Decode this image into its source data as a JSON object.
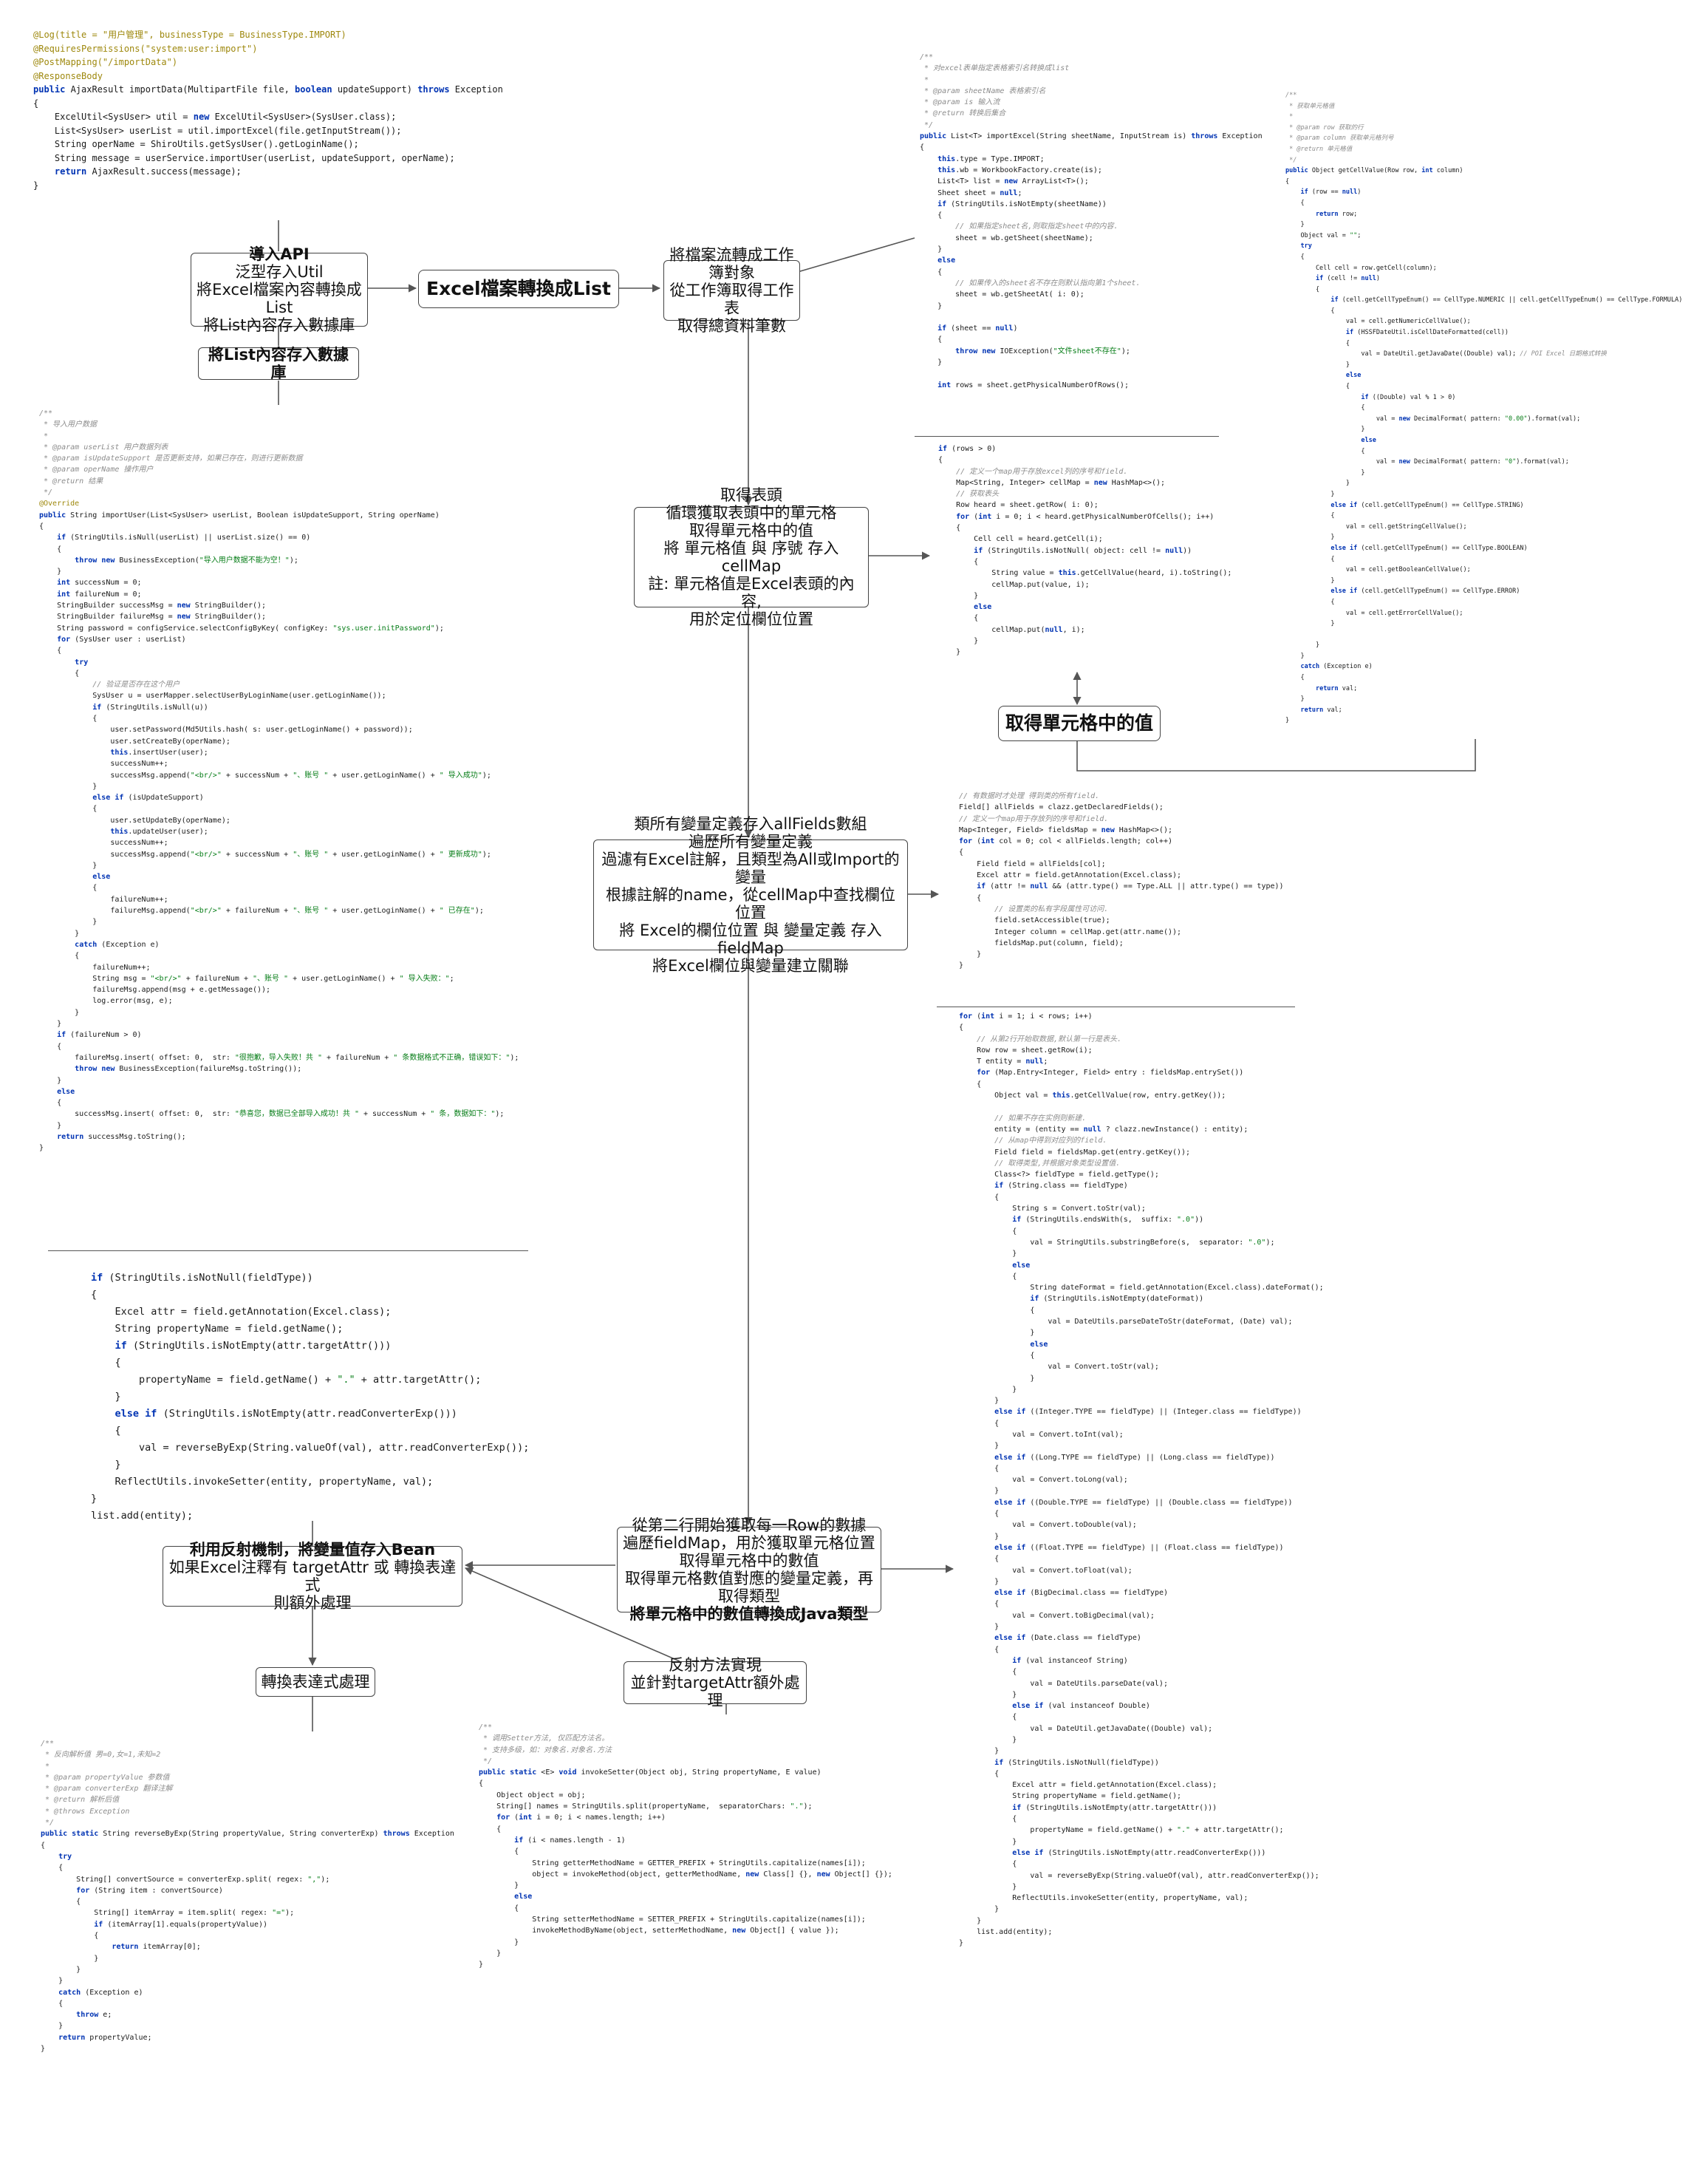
{
  "colors": {
    "keyword": "#0033b3",
    "comment": "#8c8c8c",
    "annotation": "#9e880d",
    "string": "#067d17",
    "line": "#555555"
  },
  "nodes": {
    "api": {
      "lines": [
        "導入API",
        "泛型存入Util",
        "將Excel檔案內容轉換成List",
        "將List內容存入數據庫"
      ]
    },
    "excel_to_list": {
      "lines": [
        "Excel檔案轉換成List"
      ]
    },
    "save_db": {
      "lines": [
        "將List內容存入數據庫"
      ]
    },
    "workbook": {
      "lines": [
        "將檔案流轉成工作簿對象",
        "從工作簿取得工作表",
        "取得總資料筆數"
      ]
    },
    "header": {
      "lines": [
        "取得表頭",
        "循環獲取表頭中的單元格",
        "取得單元格中的值",
        "將 單元格值 與 序號 存入cellMap",
        "註: 單元格值是Excel表頭的內容,",
        "用於定位欄位位置"
      ]
    },
    "cell_value": {
      "lines": [
        "取得單元格中的值"
      ]
    },
    "fields": {
      "lines": [
        "類所有變量定義存入allFields數組",
        "遍歷所有變量定義",
        "過濾有Excel註解，且類型為All或Import的變量",
        "根據註解的name，從cellMap中查找欄位位置",
        "將 Excel的欄位位置 與 變量定義 存入 fieldMap",
        "將Excel欄位與變量建立關聯"
      ]
    },
    "rows": {
      "lines": [
        "從第二行開始獲取每一Row的數據",
        "遍歷fieldMap，用於獲取單元格位置",
        "取得單元格中的數值",
        "取得單元格數值對應的變量定義，再取得類型",
        "將單元格中的數值轉換成Java類型"
      ]
    },
    "reflect": {
      "lines": [
        "利用反射機制，將變量值存入Bean",
        "如果Excel注釋有 targetAttr 或 轉換表達式",
        "則額外處理"
      ]
    },
    "convert_expr": {
      "lines": [
        "轉換表達式處理"
      ]
    },
    "reflect_setter": {
      "lines": [
        "反射方法實現",
        "並針對targetAttr額外處理"
      ]
    }
  },
  "code": {
    "import_controller": [
      "@Log(title = \"用户管理\", businessType = BusinessType.IMPORT)",
      "@RequiresPermissions(\"system:user:import\")",
      "@PostMapping(\"/importData\")",
      "@ResponseBody",
      "public AjaxResult importData(MultipartFile file, boolean updateSupport) throws Exception",
      "{",
      "    ExcelUtil<SysUser> util = new ExcelUtil<SysUser>(SysUser.class);",
      "    List<SysUser> userList = util.importExcel(file.getInputStream());",
      "    String operName = ShiroUtils.getSysUser().getLoginName();",
      "    String message = userService.importUser(userList, updateSupport, operName);",
      "    return AjaxResult.success(message);",
      "}"
    ],
    "import_user": [
      "/**",
      " * 导入用户数据",
      " *",
      " * @param userList 用户数据列表",
      " * @param isUpdateSupport 是否更新支持，如果已存在，则进行更新数据",
      " * @param operName 操作用户",
      " * @return 结果",
      " */",
      "@Override",
      "public String importUser(List<SysUser> userList, Boolean isUpdateSupport, String operName)",
      "{",
      "    if (StringUtils.isNull(userList) || userList.size() == 0)",
      "    {",
      "        throw new BusinessException(\"导入用户数据不能为空！\");",
      "    }",
      "    int successNum = 0;",
      "    int failureNum = 0;",
      "    StringBuilder successMsg = new StringBuilder();",
      "    StringBuilder failureMsg = new StringBuilder();",
      "    String password = configService.selectConfigByKey( configKey: \"sys.user.initPassword\");",
      "    for (SysUser user : userList)",
      "    {",
      "        try",
      "        {",
      "            // 验证是否存在这个用户",
      "            SysUser u = userMapper.selectUserByLoginName(user.getLoginName());",
      "            if (StringUtils.isNull(u))",
      "            {",
      "                user.setPassword(Md5Utils.hash( s: user.getLoginName() + password));",
      "                user.setCreateBy(operName);",
      "                this.insertUser(user);",
      "                successNum++;",
      "                successMsg.append(\"<br/>\" + successNum + \"、账号 \" + user.getLoginName() + \" 导入成功\");",
      "            }",
      "            else if (isUpdateSupport)",
      "            {",
      "                user.setUpdateBy(operName);",
      "                this.updateUser(user);",
      "                successNum++;",
      "                successMsg.append(\"<br/>\" + successNum + \"、账号 \" + user.getLoginName() + \" 更新成功\");",
      "            }",
      "            else",
      "            {",
      "                failureNum++;",
      "                failureMsg.append(\"<br/>\" + failureNum + \"、账号 \" + user.getLoginName() + \" 已存在\");",
      "            }",
      "        }",
      "        catch (Exception e)",
      "        {",
      "            failureNum++;",
      "            String msg = \"<br/>\" + failureNum + \"、账号 \" + user.getLoginName() + \" 导入失败：\";",
      "            failureMsg.append(msg + e.getMessage());",
      "            log.error(msg, e);",
      "        }",
      "    }",
      "    if (failureNum > 0)",
      "    {",
      "        failureMsg.insert( offset: 0,  str: \"很抱歉，导入失败！共 \" + failureNum + \" 条数据格式不正确，错误如下：\");",
      "        throw new BusinessException(failureMsg.toString());",
      "    }",
      "    else",
      "    {",
      "        successMsg.insert( offset: 0,  str: \"恭喜您，数据已全部导入成功！共 \" + successNum + \" 条，数据如下：\");",
      "    }",
      "    return successMsg.toString();",
      "}"
    ],
    "target_attr": [
      "if (StringUtils.isNotNull(fieldType))",
      "{",
      "    Excel attr = field.getAnnotation(Excel.class);",
      "    String propertyName = field.getName();",
      "    if (StringUtils.isNotEmpty(attr.targetAttr()))",
      "    {",
      "        propertyName = field.getName() + \".\" + attr.targetAttr();",
      "    }",
      "    else if (StringUtils.isNotEmpty(attr.readConverterExp()))",
      "    {",
      "        val = reverseByExp(String.valueOf(val), attr.readConverterExp());",
      "    }",
      "    ReflectUtils.invokeSetter(entity, propertyName, val);",
      "}",
      "list.add(entity);"
    ],
    "import_excel": [
      "/**",
      " * 对excel表单指定表格索引名转换成list",
      " *",
      " * @param sheetName 表格索引名",
      " * @param is 输入流",
      " * @return 转换后集合",
      " */",
      "public List<T> importExcel(String sheetName, InputStream is) throws Exception",
      "{",
      "    this.type = Type.IMPORT;",
      "    this.wb = WorkbookFactory.create(is);",
      "    List<T> list = new ArrayList<T>();",
      "    Sheet sheet = null;",
      "    if (StringUtils.isNotEmpty(sheetName))",
      "    {",
      "        // 如果指定sheet名,则取指定sheet中的内容.",
      "        sheet = wb.getSheet(sheetName);",
      "    }",
      "    else",
      "    {",
      "        // 如果传入的sheet名不存在则默认指向第1个sheet.",
      "        sheet = wb.getSheetAt( i: 0);",
      "    }",
      "",
      "    if (sheet == null)",
      "    {",
      "        throw new IOException(\"文件sheet不存在\");",
      "    }",
      "",
      "    int rows = sheet.getPhysicalNumberOfRows();"
    ],
    "header_map": [
      "if (rows > 0)",
      "{",
      "    // 定义一个map用于存放excel列的序号和field.",
      "    Map<String, Integer> cellMap = new HashMap<>();",
      "    // 获取表头",
      "    Row heard = sheet.getRow( i: 0);",
      "    for (int i = 0; i < heard.getPhysicalNumberOfCells(); i++)",
      "    {",
      "        Cell cell = heard.getCell(i);",
      "        if (StringUtils.isNotNull( object: cell != null))",
      "        {",
      "            String value = this.getCellValue(heard, i).toString();",
      "            cellMap.put(value, i);",
      "        }",
      "        else",
      "        {",
      "            cellMap.put(null, i);",
      "        }",
      "    }"
    ],
    "get_cell_value": [
      "/**",
      " * 获取单元格值",
      " *",
      " * @param row 获取的行",
      " * @param column 获取单元格列号",
      " * @return 单元格值",
      " */",
      "public Object getCellValue(Row row, int column)",
      "{",
      "    if (row == null)",
      "    {",
      "        return row;",
      "    }",
      "    Object val = \"\";",
      "    try",
      "    {",
      "        Cell cell = row.getCell(column);",
      "        if (cell != null)",
      "        {",
      "            if (cell.getCellTypeEnum() == CellType.NUMERIC || cell.getCellTypeEnum() == CellType.FORMULA)",
      "            {",
      "                val = cell.getNumericCellValue();",
      "                if (HSSFDateUtil.isCellDateFormatted(cell))",
      "                {",
      "                    val = DateUtil.getJavaDate((Double) val); // POI Excel 日期格式转换",
      "                }",
      "                else",
      "                {",
      "                    if ((Double) val % 1 > 0)",
      "                    {",
      "                        val = new DecimalFormat( pattern: \"0.00\").format(val);",
      "                    }",
      "                    else",
      "                    {",
      "                        val = new DecimalFormat( pattern: \"0\").format(val);",
      "                    }",
      "                }",
      "            }",
      "            else if (cell.getCellTypeEnum() == CellType.STRING)",
      "            {",
      "                val = cell.getStringCellValue();",
      "            }",
      "            else if (cell.getCellTypeEnum() == CellType.BOOLEAN)",
      "            {",
      "                val = cell.getBooleanCellValue();",
      "            }",
      "            else if (cell.getCellTypeEnum() == CellType.ERROR)",
      "            {",
      "                val = cell.getErrorCellValue();",
      "            }",
      "",
      "        }",
      "    }",
      "    catch (Exception e)",
      "    {",
      "        return val;",
      "    }",
      "    return val;",
      "}"
    ],
    "field_map": [
      "// 有数据时才处理 得到类的所有field.",
      "Field[] allFields = clazz.getDeclaredFields();",
      "// 定义一个map用于存放列的序号和field.",
      "Map<Integer, Field> fieldsMap = new HashMap<>();",
      "for (int col = 0; col < allFields.length; col++)",
      "{",
      "    Field field = allFields[col];",
      "    Excel attr = field.getAnnotation(Excel.class);",
      "    if (attr != null && (attr.type() == Type.ALL || attr.type() == type))",
      "    {",
      "        // 设置类的私有字段属性可访问.",
      "        field.setAccessible(true);",
      "        Integer column = cellMap.get(attr.name());",
      "        fieldsMap.put(column, field);",
      "    }",
      "}"
    ],
    "row_loop": [
      "for (int i = 1; i < rows; i++)",
      "{",
      "    // 从第2行开始取数据,默认第一行是表头.",
      "    Row row = sheet.getRow(i);",
      "    T entity = null;",
      "    for (Map.Entry<Integer, Field> entry : fieldsMap.entrySet())",
      "    {",
      "        Object val = this.getCellValue(row, entry.getKey());",
      "",
      "        // 如果不存在实例则新建.",
      "        entity = (entity == null ? clazz.newInstance() : entity);",
      "        // 从map中得到对应列的field.",
      "        Field field = fieldsMap.get(entry.getKey());",
      "        // 取得类型,并根据对象类型设置值.",
      "        Class<?> fieldType = field.getType();",
      "        if (String.class == fieldType)",
      "        {",
      "            String s = Convert.toStr(val);",
      "            if (StringUtils.endsWith(s,  suffix: \".0\"))",
      "            {",
      "                val = StringUtils.substringBefore(s,  separator: \".0\");",
      "            }",
      "            else",
      "            {",
      "                String dateFormat = field.getAnnotation(Excel.class).dateFormat();",
      "                if (StringUtils.isNotEmpty(dateFormat))",
      "                {",
      "                    val = DateUtils.parseDateToStr(dateFormat, (Date) val);",
      "                }",
      "                else",
      "                {",
      "                    val = Convert.toStr(val);",
      "                }",
      "            }",
      "        }",
      "        else if ((Integer.TYPE == fieldType) || (Integer.class == fieldType))",
      "        {",
      "            val = Convert.toInt(val);",
      "        }",
      "        else if ((Long.TYPE == fieldType) || (Long.class == fieldType))",
      "        {",
      "            val = Convert.toLong(val);",
      "        }",
      "        else if ((Double.TYPE == fieldType) || (Double.class == fieldType))",
      "        {",
      "            val = Convert.toDouble(val);",
      "        }",
      "        else if ((Float.TYPE == fieldType) || (Float.class == fieldType))",
      "        {",
      "            val = Convert.toFloat(val);",
      "        }",
      "        else if (BigDecimal.class == fieldType)",
      "        {",
      "            val = Convert.toBigDecimal(val);",
      "        }",
      "        else if (Date.class == fieldType)",
      "        {",
      "            if (val instanceof String)",
      "            {",
      "                val = DateUtils.parseDate(val);",
      "            }",
      "            else if (val instanceof Double)",
      "            {",
      "                val = DateUtil.getJavaDate((Double) val);",
      "            }",
      "        }",
      "        if (StringUtils.isNotNull(fieldType))",
      "        {",
      "            Excel attr = field.getAnnotation(Excel.class);",
      "            String propertyName = field.getName();",
      "            if (StringUtils.isNotEmpty(attr.targetAttr()))",
      "            {",
      "                propertyName = field.getName() + \".\" + attr.targetAttr();",
      "            }",
      "            else if (StringUtils.isNotEmpty(attr.readConverterExp()))",
      "            {",
      "                val = reverseByExp(String.valueOf(val), attr.readConverterExp());",
      "            }",
      "            ReflectUtils.invokeSetter(entity, propertyName, val);",
      "        }",
      "    }",
      "    list.add(entity);",
      "}"
    ],
    "reverse_exp": [
      "/**",
      " * 反向解析值 男=0,女=1,未知=2",
      " *",
      " * @param propertyValue 参数值",
      " * @param converterExp 翻译注解",
      " * @return 解析后值",
      " * @throws Exception",
      " */",
      "public static String reverseByExp(String propertyValue, String converterExp) throws Exception",
      "{",
      "    try",
      "    {",
      "        String[] convertSource = converterExp.split( regex: \",\");",
      "        for (String item : convertSource)",
      "        {",
      "            String[] itemArray = item.split( regex: \"=\");",
      "            if (itemArray[1].equals(propertyValue))",
      "            {",
      "                return itemArray[0];",
      "            }",
      "        }",
      "    }",
      "    catch (Exception e)",
      "    {",
      "        throw e;",
      "    }",
      "    return propertyValue;",
      "}"
    ],
    "invoke_setter": [
      "/**",
      " * 调用Setter方法, 仅匹配方法名。",
      " * 支持多级，如：对象名.对象名.方法",
      " */",
      "public static <E> void invokeSetter(Object obj, String propertyName, E value)",
      "{",
      "    Object object = obj;",
      "    String[] names = StringUtils.split(propertyName,  separatorChars: \".\");",
      "    for (int i = 0; i < names.length; i++)",
      "    {",
      "        if (i < names.length - 1)",
      "        {",
      "            String getterMethodName = GETTER_PREFIX + StringUtils.capitalize(names[i]);",
      "            object = invokeMethod(object, getterMethodName, new Class[] {}, new Object[] {});",
      "        }",
      "        else",
      "        {",
      "            String setterMethodName = SETTER_PREFIX + StringUtils.capitalize(names[i]);",
      "            invokeMethodByName(object, setterMethodName, new Object[] { value });",
      "        }",
      "    }",
      "}"
    ]
  }
}
